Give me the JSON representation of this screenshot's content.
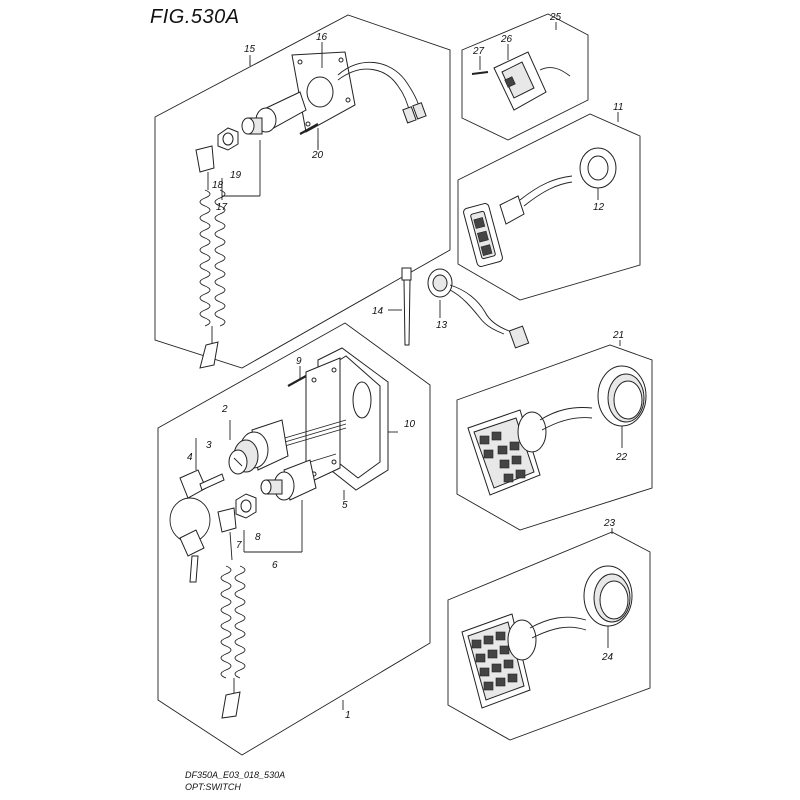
{
  "title": "FIG.530A",
  "footer": {
    "code": "DF350A_E03_018_530A",
    "name": "OPT:SWITCH"
  },
  "callouts": [
    "1",
    "2",
    "3",
    "4",
    "5",
    "6",
    "7",
    "8",
    "9",
    "10",
    "11",
    "12",
    "13",
    "14",
    "15",
    "16",
    "17",
    "18",
    "19",
    "20",
    "21",
    "22",
    "23",
    "24",
    "25",
    "26",
    "27"
  ]
}
